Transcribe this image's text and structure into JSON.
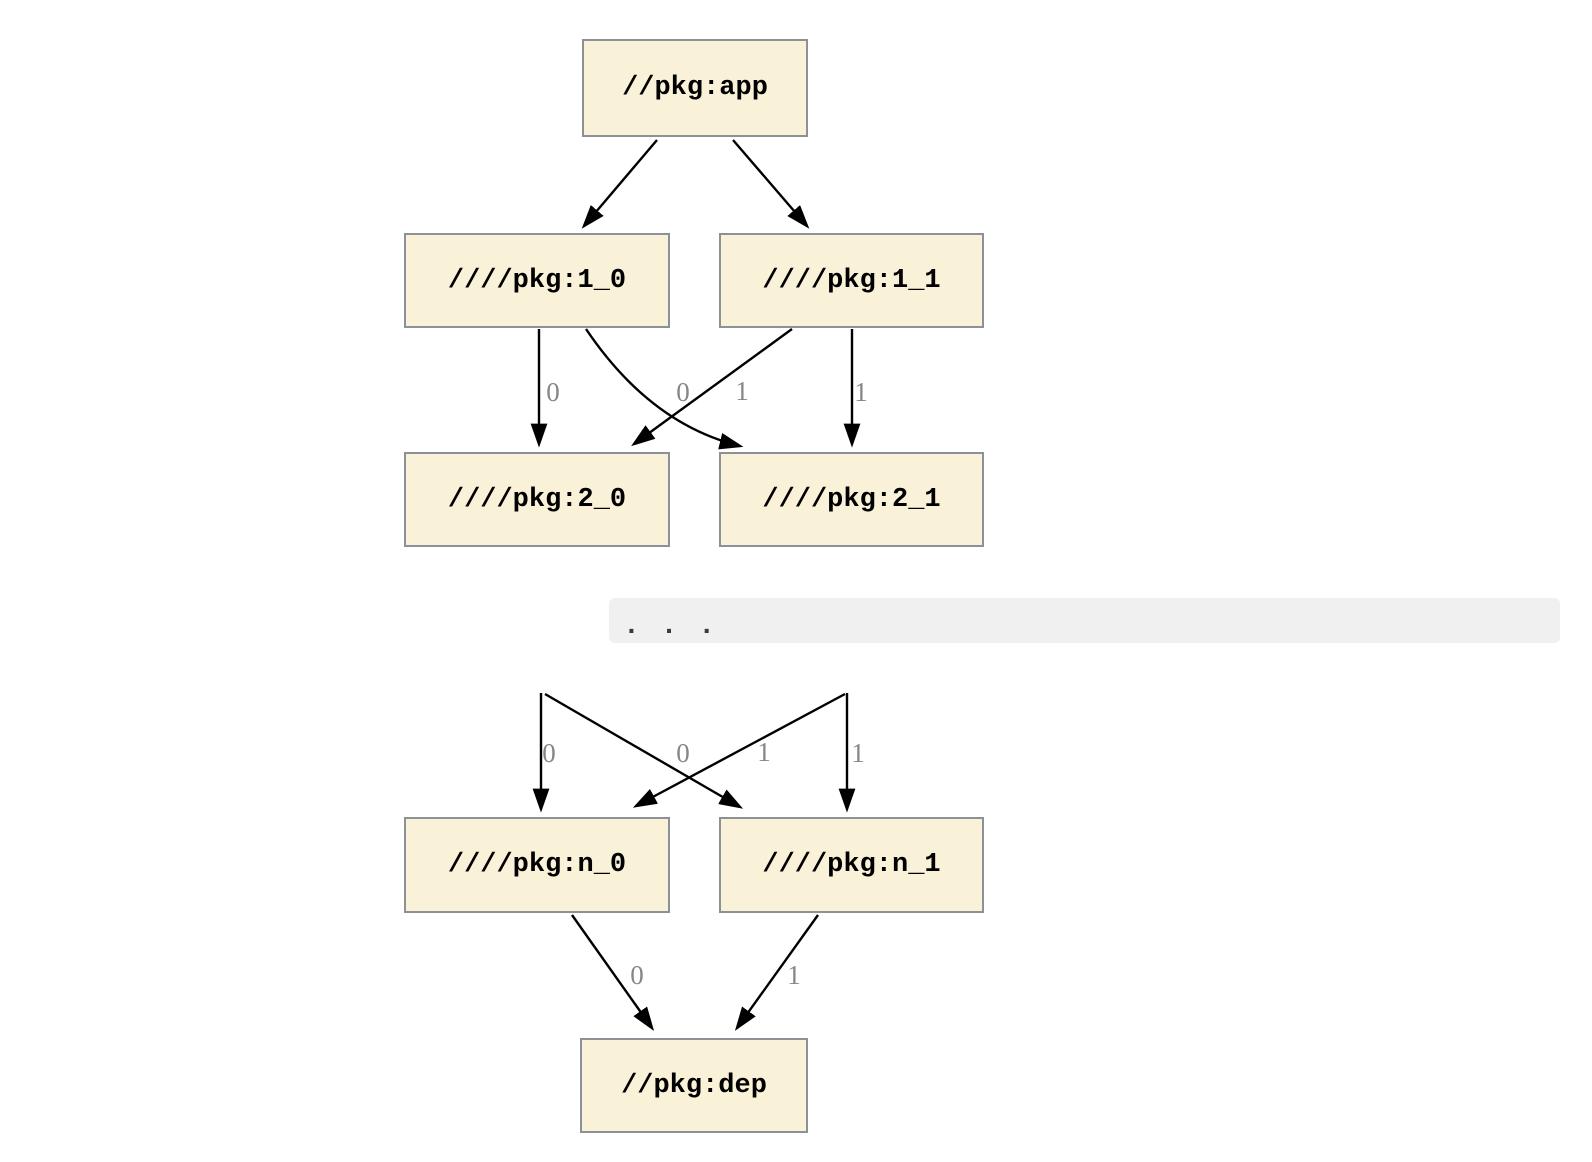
{
  "diagram": {
    "nodes": [
      {
        "id": "app",
        "label": "//pkg:app"
      },
      {
        "id": "1_0",
        "label": "////pkg:1_0"
      },
      {
        "id": "1_1",
        "label": "////pkg:1_1"
      },
      {
        "id": "2_0",
        "label": "////pkg:2_0"
      },
      {
        "id": "2_1",
        "label": "////pkg:2_1"
      },
      {
        "id": "n_0",
        "label": "////pkg:n_0"
      },
      {
        "id": "n_1",
        "label": "////pkg:n_1"
      },
      {
        "id": "dep",
        "label": "//pkg:dep"
      }
    ],
    "ellipsis": ". . .",
    "edges": [
      {
        "from": "app",
        "to": "1_0",
        "label": ""
      },
      {
        "from": "app",
        "to": "1_1",
        "label": ""
      },
      {
        "from": "1_0",
        "to": "2_0",
        "label": "0"
      },
      {
        "from": "1_1",
        "to": "2_0",
        "label": "0"
      },
      {
        "from": "1_0",
        "to": "2_1",
        "label": "1"
      },
      {
        "from": "1_1",
        "to": "2_1",
        "label": "1"
      },
      {
        "from": "...",
        "to": "n_0",
        "label": "0"
      },
      {
        "from": "...",
        "to": "n_0",
        "label": "0"
      },
      {
        "from": "...",
        "to": "n_1",
        "label": "1"
      },
      {
        "from": "...",
        "to": "n_1",
        "label": "1"
      },
      {
        "from": "n_0",
        "to": "dep",
        "label": "0"
      },
      {
        "from": "n_1",
        "to": "dep",
        "label": "1"
      }
    ],
    "edge_labels": [
      {
        "edge": "1_0->2_0",
        "text": "0"
      },
      {
        "edge": "1_1->2_0",
        "text": "0"
      },
      {
        "edge": "1_0->2_1",
        "text": "1"
      },
      {
        "edge": "1_1->2_1",
        "text": "1"
      },
      {
        "edge": "...->n_0",
        "text": "0"
      },
      {
        "edge": "...->n_0-cross",
        "text": "0"
      },
      {
        "edge": "...->n_1-cross",
        "text": "1"
      },
      {
        "edge": "...->n_1",
        "text": "1"
      },
      {
        "edge": "n_0->dep",
        "text": "0"
      },
      {
        "edge": "n_1->dep",
        "text": "1"
      }
    ],
    "colors": {
      "node_fill": "#faf2d8",
      "node_border": "#8b9196",
      "edge": "#000000",
      "edge_label": "#868686",
      "ellipsis_band": "#f0f0f0",
      "background": "#ffffff"
    }
  }
}
